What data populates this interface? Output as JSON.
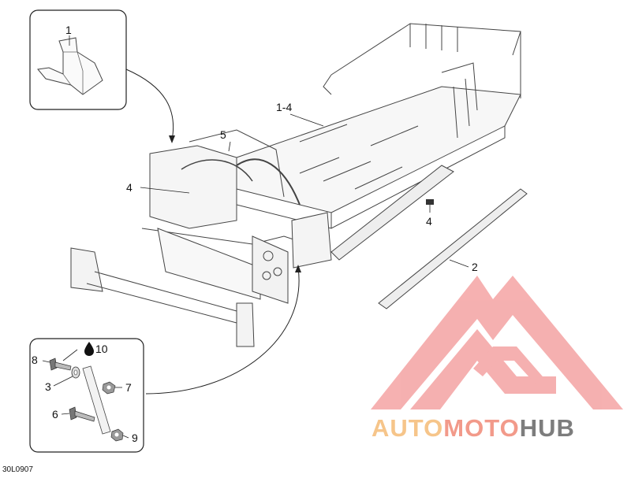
{
  "diagram": {
    "reference_code": "30L0907",
    "callouts": {
      "c1": "1",
      "c1_4": "1-4",
      "c5": "5",
      "c4a": "4",
      "c4b": "4",
      "c2": "2",
      "c10": "10",
      "c8": "8",
      "c3": "3",
      "c7": "7",
      "c6": "6",
      "c9": "9"
    }
  },
  "watermark": {
    "word1": "AUTO",
    "word2": "MOTO",
    "word3": "HUB",
    "colors": {
      "auto": "#f6c58a",
      "moto": "#f29a8a",
      "hub": "#7d7d7d",
      "logo": "#f4a3a3"
    }
  },
  "icons": {
    "drop": "liquid-drop-icon"
  }
}
